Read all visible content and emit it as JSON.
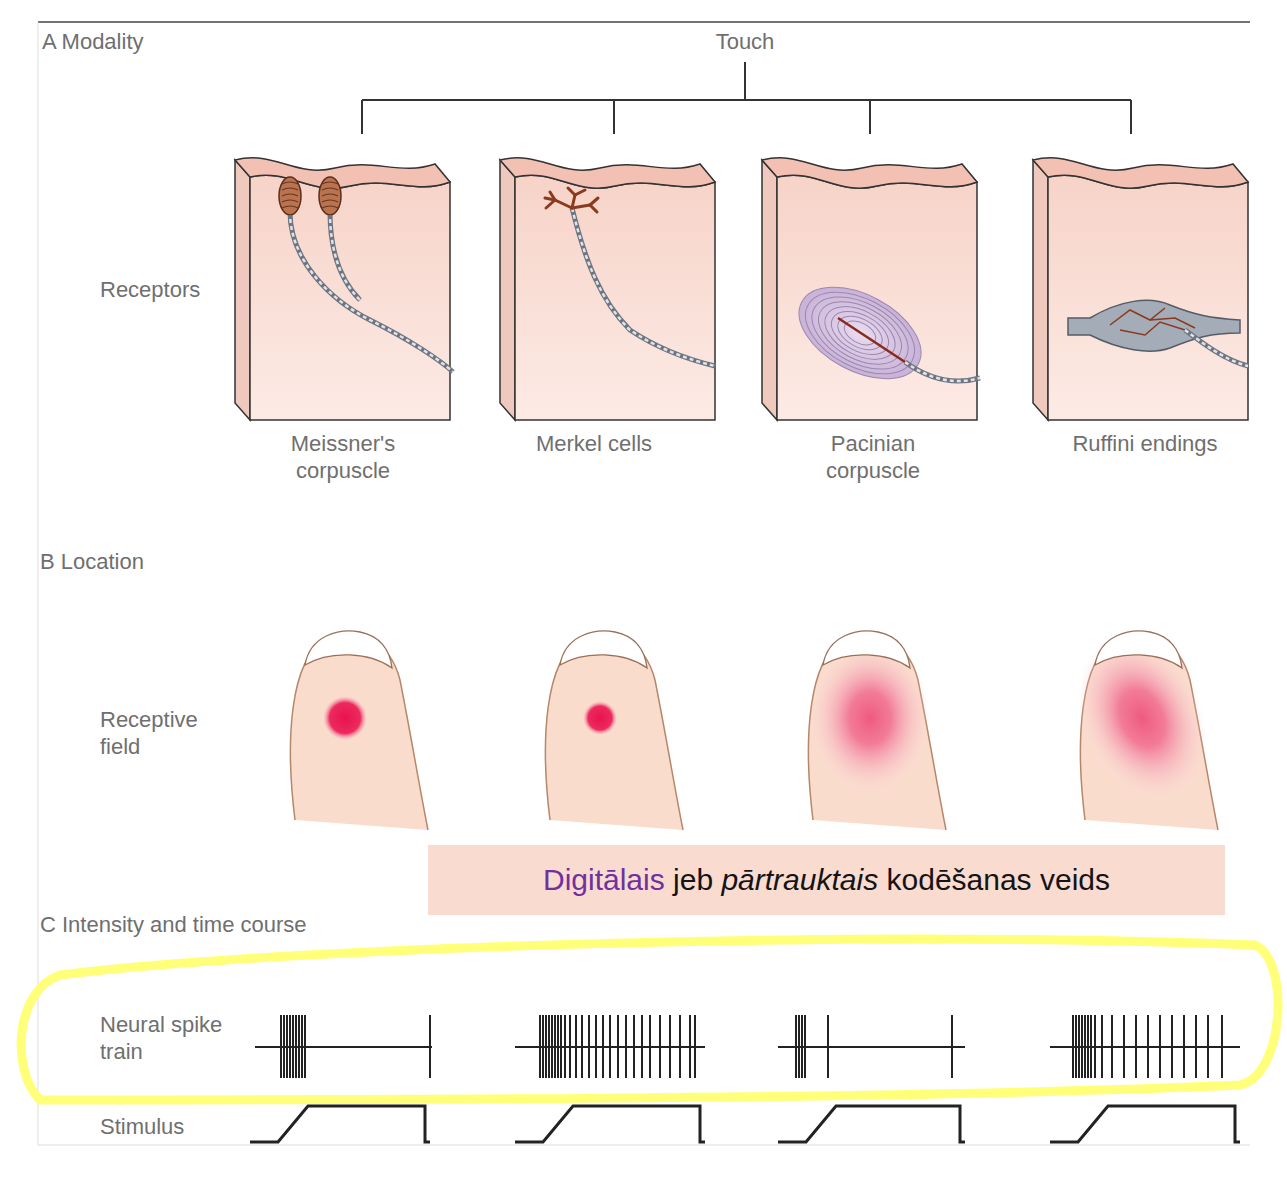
{
  "diagram": {
    "nodes": [
      {
        "text": [
          "Digitālais jeb pārtrauktais kodēšanas veids"
        ]
      }
    ],
    "labels": [
      "A Modality",
      "Touch",
      "Receptors",
      "Meissner's corpuscle",
      "Merkel cells",
      "Pacinian corpuscle",
      "Ruffini endings",
      "B Location",
      "Receptive field",
      "C Intensity and time course",
      "Neural spike train",
      "Stimulus"
    ]
  }
}
